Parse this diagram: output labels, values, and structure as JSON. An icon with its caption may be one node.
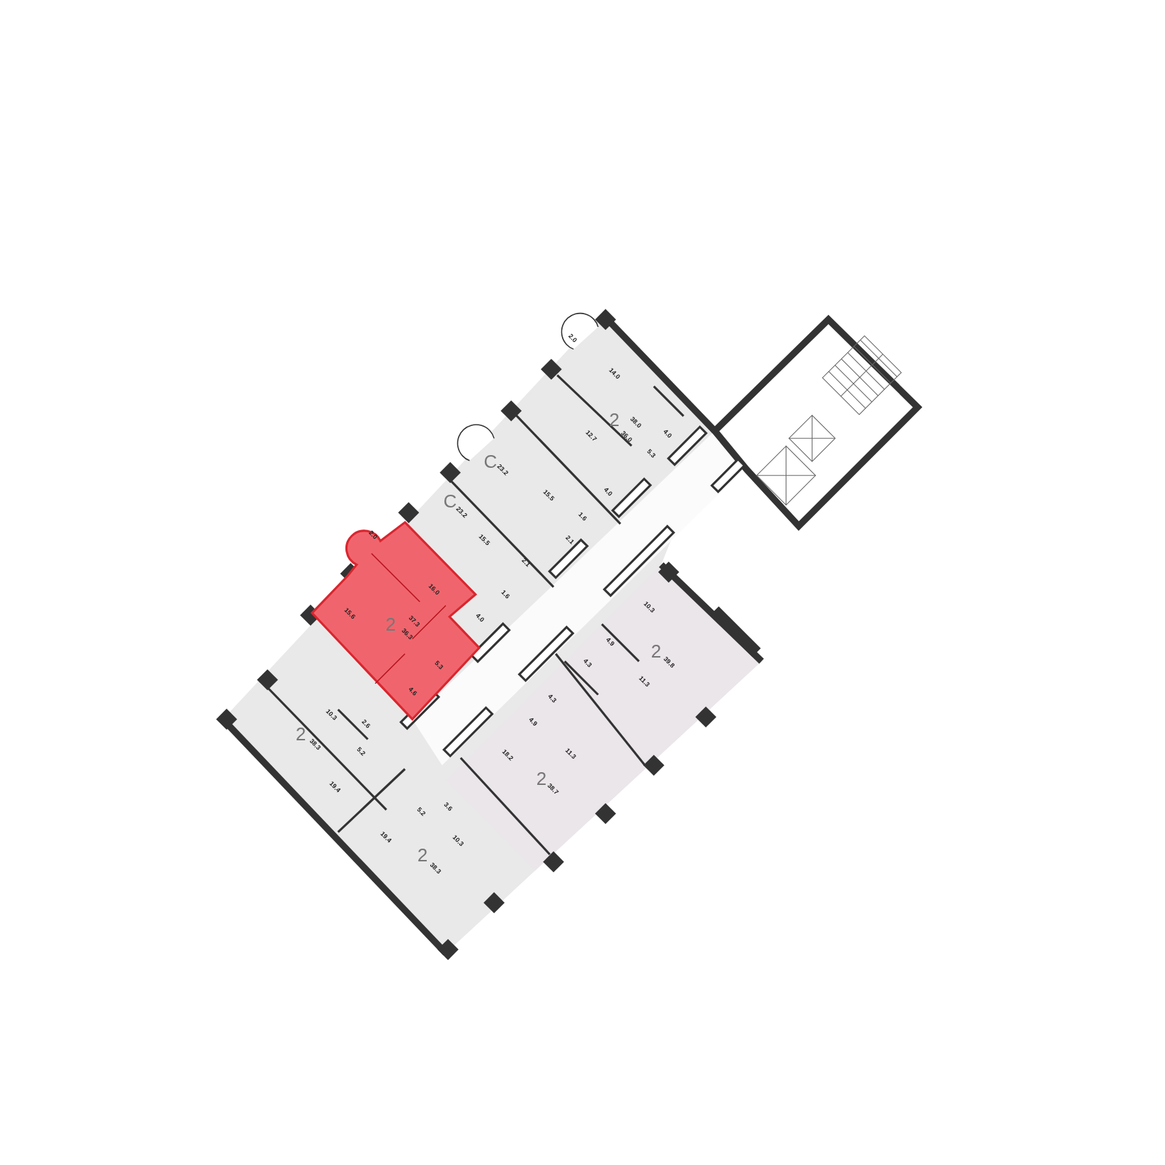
{
  "diagram": {
    "labels": [
      "2.0",
      "14.0",
      "2",
      "38.0",
      "4.0",
      "36.0",
      "12.7",
      "5.3",
      "C",
      "23.2",
      "4.0",
      "15.5",
      "C",
      "23.2",
      "1.6",
      "2.0",
      "15.5",
      "2.1",
      "2.1",
      "16.0",
      "1.6",
      "10.3",
      "15.6",
      "4.0",
      "2",
      "37.3",
      "36.3",
      "4.9",
      "2",
      "39.8",
      "4.3",
      "5.3",
      "11.3",
      "4.6",
      "4.3",
      "10.3",
      "4.9",
      "2.6",
      "2",
      "38.3",
      "5.2",
      "11.3",
      "18.2",
      "2",
      "38.7",
      "19.4",
      "3.6",
      "5.2",
      "19.4",
      "10.3",
      "2",
      "38.3"
    ]
  }
}
